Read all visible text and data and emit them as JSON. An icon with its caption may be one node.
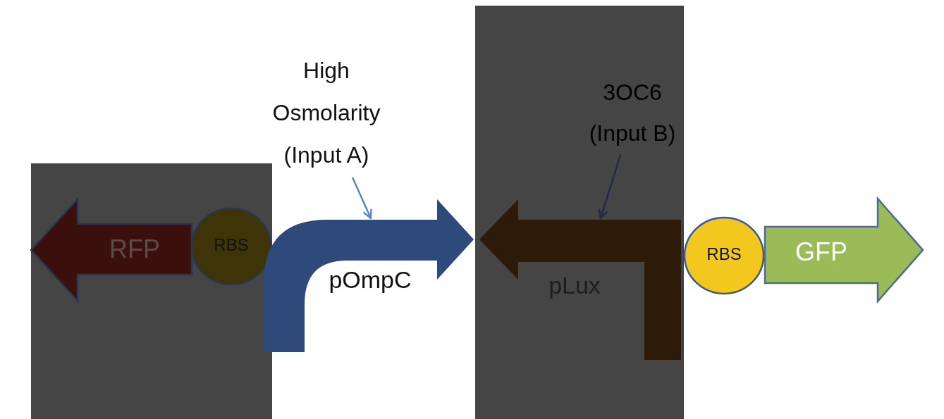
{
  "diagram": {
    "nodes": [
      {
        "text": [
          "RFP"
        ]
      },
      {
        "text": [
          "RBS"
        ]
      },
      {
        "text": [],
        "shape": "arrow",
        "beside": [
          "pOmpC"
        ]
      },
      {
        "text": [
          "High Osmolarity (Input A)"
        ]
      },
      {
        "text": [],
        "shape": "arrow",
        "beside": [
          "pLux"
        ]
      },
      {
        "text": [
          "3OC6 (Input B)"
        ]
      },
      {
        "text": [
          "RBS"
        ]
      },
      {
        "text": [
          "GFP"
        ]
      }
    ],
    "edges": [
      {
        "from": 3,
        "to": 2,
        "arrow": "to",
        "color": "#5b86c5"
      },
      {
        "from": 5,
        "to": 4,
        "arrow": "to",
        "color": "#1f2a44"
      }
    ]
  }
}
